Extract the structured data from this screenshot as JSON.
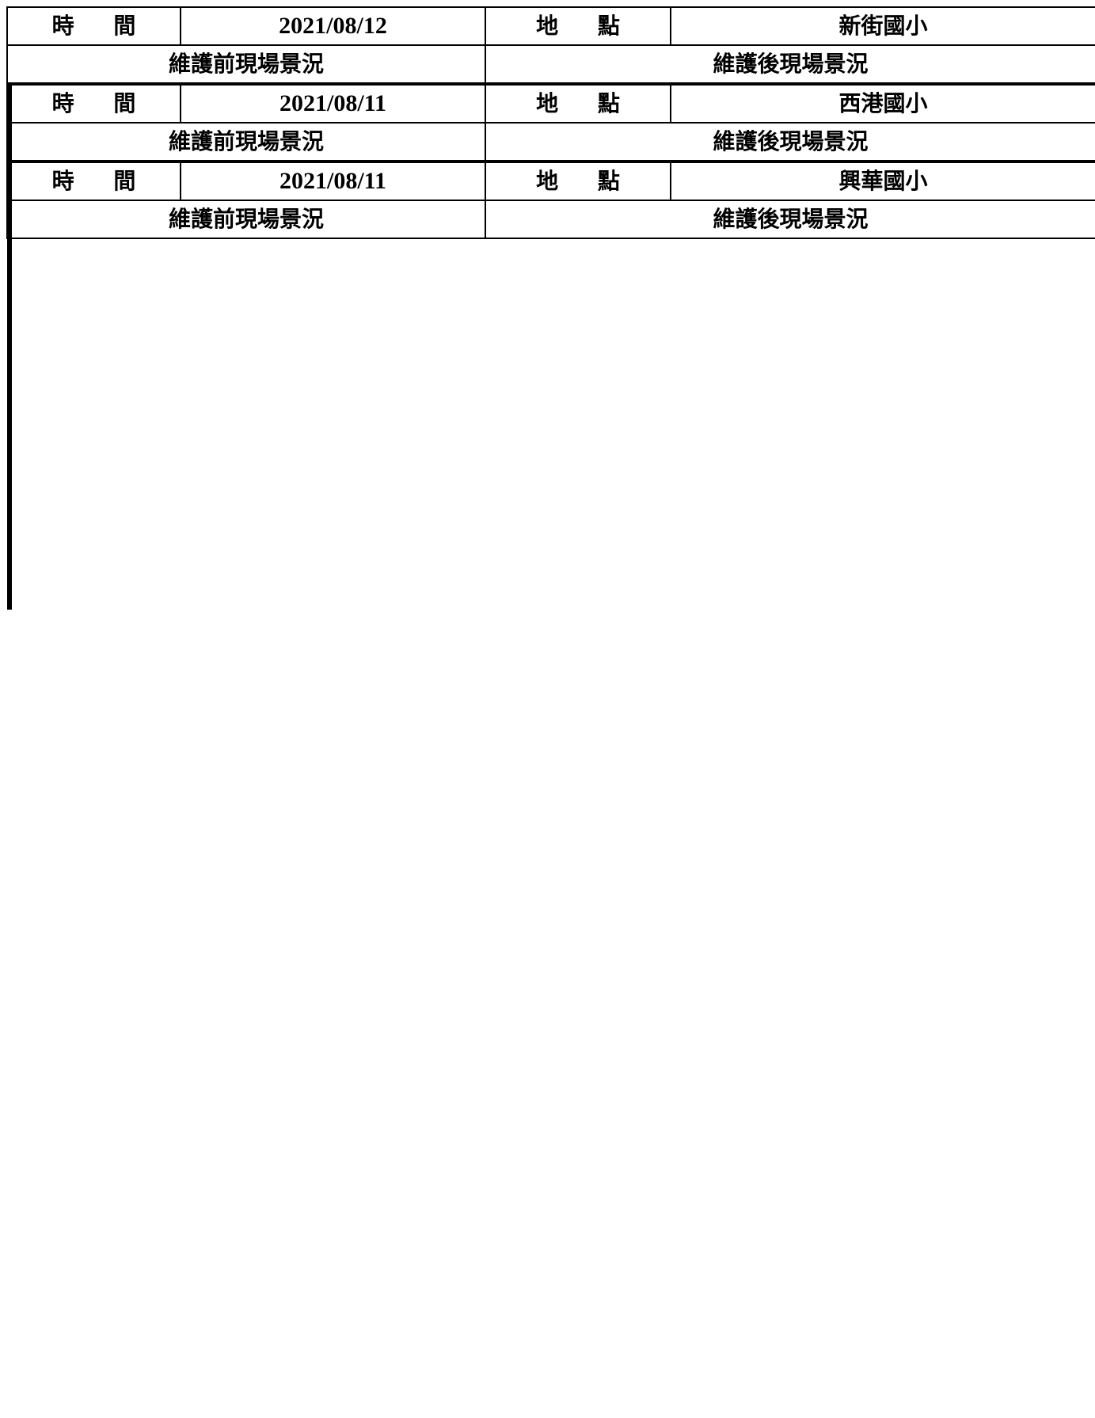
{
  "labels": {
    "time": "時 間",
    "location": "地 點",
    "before": "維護前現場景況",
    "after": "維護後現場景況"
  },
  "records": [
    {
      "date": "2021/08/12",
      "location": "新街國小",
      "dome_color": "#f6c400",
      "base_style": "yellow-tile"
    },
    {
      "date": "2021/08/11",
      "location": "西港國小",
      "dome_color": "#f4e7c6",
      "base_style": "terrazzo"
    },
    {
      "date": "2021/08/11",
      "location": "興華國小",
      "dome_color": "#ece6da",
      "base_style": "blue-tile"
    }
  ],
  "colors": {
    "grass_dark": "#1f4a14",
    "grass": "#3f7d27",
    "leaf": "#58a63a",
    "lawn": "#8fa86a",
    "paving": "#b98066"
  }
}
